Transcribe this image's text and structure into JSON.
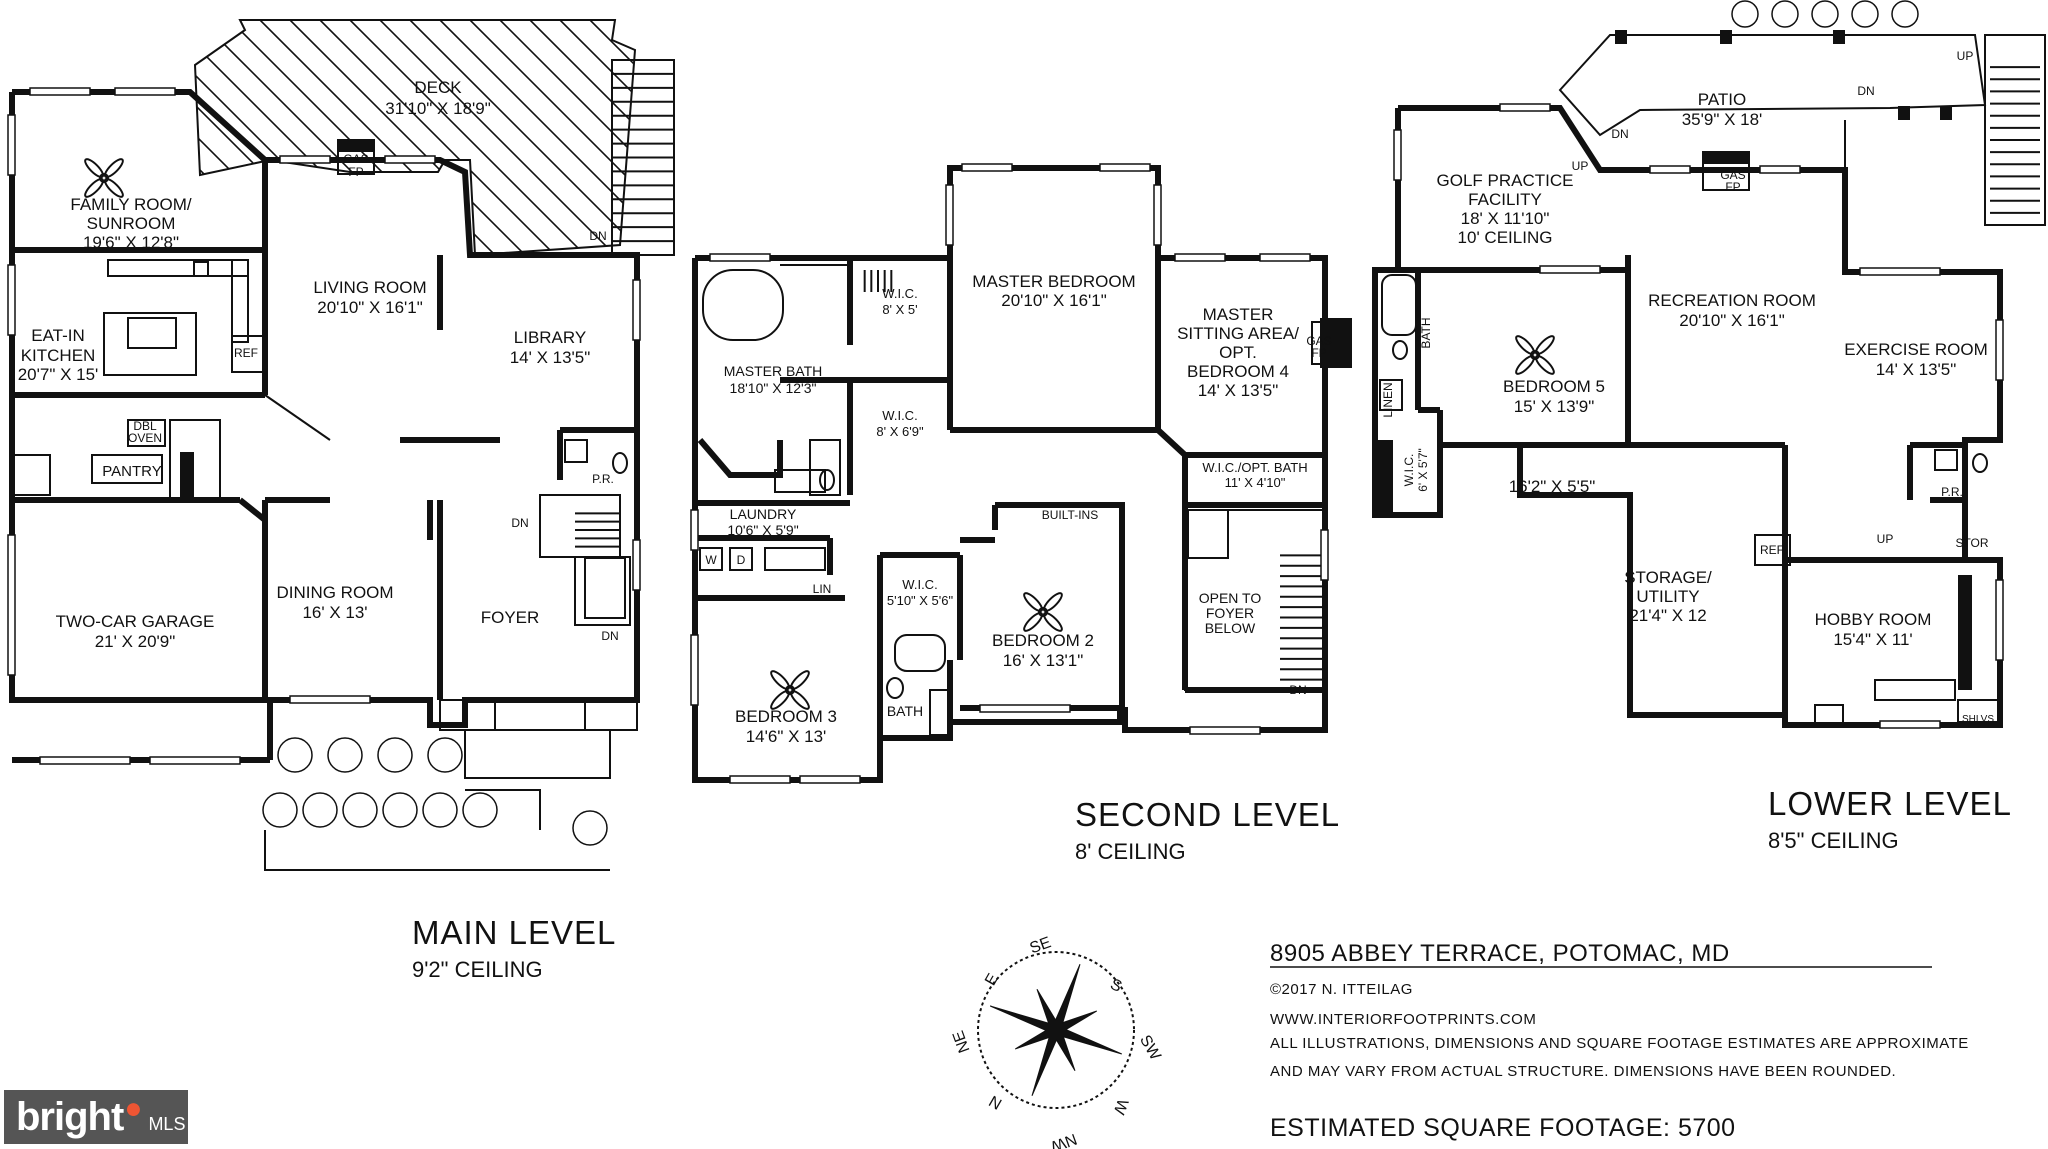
{
  "main_level": {
    "title": "MAIN LEVEL",
    "ceiling": "9'2\" CEILING",
    "rooms": {
      "deck": {
        "name": "DECK",
        "dims": "31'10\" X 18'9\""
      },
      "family_room": {
        "name1": "FAMILY ROOM/",
        "name2": "SUNROOM",
        "dims": "19'6\" X 12'8\""
      },
      "living_room": {
        "name": "LIVING ROOM",
        "dims": "20'10\" X 16'1\""
      },
      "library": {
        "name": "LIBRARY",
        "dims": "14' X 13'5\""
      },
      "kitchen": {
        "name1": "EAT-IN",
        "name2": "KITCHEN",
        "dims": "20'7\" X 15'"
      },
      "pantry": {
        "name": "PANTRY"
      },
      "garage": {
        "name": "TWO-CAR GARAGE",
        "dims": "21' X 20'9\""
      },
      "dining_room": {
        "name": "DINING ROOM",
        "dims": "16' X 13'"
      },
      "foyer": {
        "name": "FOYER"
      },
      "powder_room": {
        "name": "P.R."
      }
    },
    "labels": {
      "gas_fp_1": "GAS",
      "gas_fp_2": "FP",
      "ref": "REF",
      "dbl_oven_1": "DBL",
      "dbl_oven_2": "OVEN",
      "dn": "DN",
      "dn2": "DN",
      "dn3": "DN"
    }
  },
  "second_level": {
    "title": "SECOND LEVEL",
    "ceiling": "8' CEILING",
    "rooms": {
      "master_bedroom": {
        "name": "MASTER BEDROOM",
        "dims": "20'10\" X 16'1\""
      },
      "master_sitting": {
        "name1": "MASTER",
        "name2": "SITTING AREA/",
        "name3": "OPT.",
        "name4": "BEDROOM 4",
        "dims": "14' X 13'5\""
      },
      "master_bath": {
        "name": "MASTER BATH",
        "dims": "18'10\" X 12'3\""
      },
      "wic_1": {
        "name": "W.I.C.",
        "dims": "8' X 5'"
      },
      "wic_2": {
        "name": "W.I.C.",
        "dims": "8' X 6'9\""
      },
      "wic_opt_bath": {
        "name": "W.I.C./OPT. BATH",
        "dims": "11' X 4'10\""
      },
      "laundry": {
        "name": "LAUNDRY",
        "dims": "10'6\" X 5'9\""
      },
      "wic_3": {
        "name": "W.I.C.",
        "dims": "5'10\" X 5'6\""
      },
      "bedroom_2": {
        "name": "BEDROOM 2",
        "dims": "16' X 13'1\""
      },
      "bedroom_3": {
        "name": "BEDROOM 3",
        "dims": "14'6\" X 13'"
      },
      "bath": {
        "name": "BATH"
      },
      "open_foyer": {
        "name1": "OPEN TO",
        "name2": "FOYER",
        "name3": "BELOW"
      }
    },
    "labels": {
      "built_ins": "BUILT-INS",
      "lin": "LIN",
      "w": "W",
      "d": "D",
      "gas_fp_1": "GAS",
      "gas_fp_2": "FP",
      "dn": "DN"
    }
  },
  "lower_level": {
    "title": "LOWER LEVEL",
    "ceiling": "8'5\" CEILING",
    "rooms": {
      "patio": {
        "name": "PATIO",
        "dims": "35'9\" X 18'"
      },
      "golf": {
        "name1": "GOLF PRACTICE",
        "name2": "FACILITY",
        "dims": "18' X 11'10\"",
        "ceiling": "10' CEILING"
      },
      "recreation": {
        "name": "RECREATION ROOM",
        "dims": "20'10\" X 16'1\""
      },
      "exercise": {
        "name": "EXERCISE ROOM",
        "dims": "14' X 13'5\""
      },
      "bedroom_5": {
        "name": "BEDROOM 5",
        "dims": "15' X 13'9\""
      },
      "bath": {
        "name": "BATH"
      },
      "linen": {
        "name": "LINEN"
      },
      "wic": {
        "name": "W.I.C.",
        "dims": "6' X 5'7\""
      },
      "hall": {
        "dims": "16'2\" X 5'5\""
      },
      "storage": {
        "name1": "STORAGE/",
        "name2": "UTILITY",
        "dims": "21'4\" X 12"
      },
      "hobby": {
        "name": "HOBBY ROOM",
        "dims": "15'4\" X 11'"
      },
      "powder_room": {
        "name": "P.R."
      }
    },
    "labels": {
      "up": "UP",
      "up2": "UP",
      "up3": "UP",
      "dn": "DN",
      "dn2": "DN",
      "gas_fp_1": "GAS",
      "gas_fp_2": "FP",
      "ref": "REF",
      "stor": "STOR",
      "shlvs": "SHLVS"
    }
  },
  "info": {
    "address": "8905 ABBEY TERRACE, POTOMAC, MD",
    "copyright": "©2017 N. ITTEILAG",
    "website": "WWW.INTERIORFOOTPRINTS.COM",
    "disclaimer_1": "ALL ILLUSTRATIONS, DIMENSIONS AND SQUARE FOOTAGE ESTIMATES ARE APPROXIMATE",
    "disclaimer_2": "AND MAY VARY FROM ACTUAL STRUCTURE. DIMENSIONS HAVE BEEN ROUNDED.",
    "square_footage": "ESTIMATED SQUARE FOOTAGE: 5700"
  },
  "compass": {
    "se": "SE",
    "s": "S",
    "sw": "SW",
    "w": "W",
    "nw": "NW",
    "n": "N",
    "ne": "NE",
    "e": "E"
  },
  "watermark": {
    "brand": "bright",
    "suffix": "MLS"
  }
}
